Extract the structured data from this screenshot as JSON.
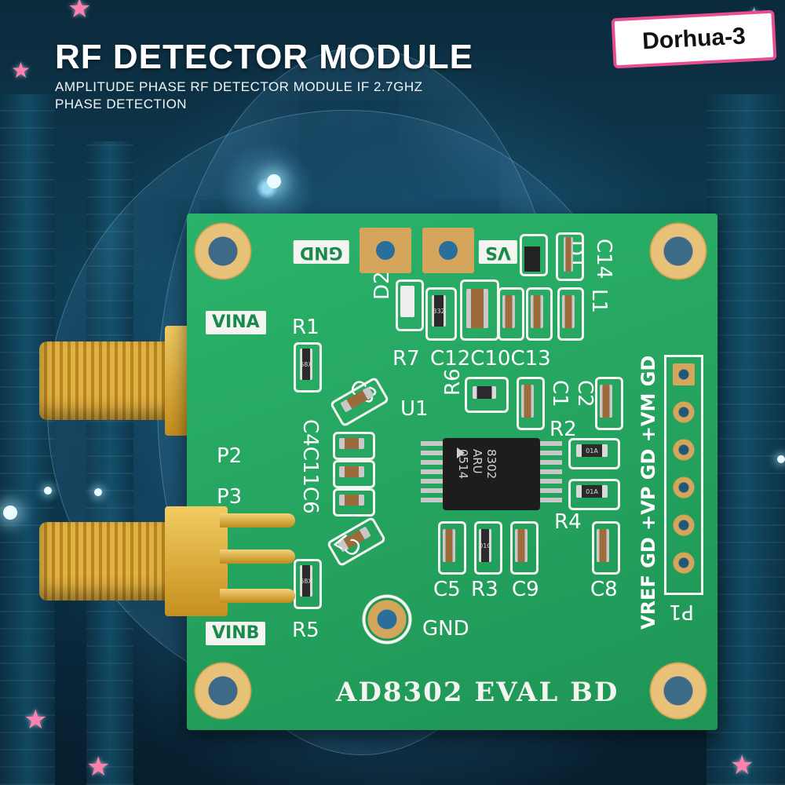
{
  "header": {
    "title": "RF DETECTOR MODULE",
    "subtitle": "AMPLITUDE PHASE RF DETECTOR MODULE IF 2.7GHZ PHASE DETECTION"
  },
  "brand": {
    "label": "Dorhua-3"
  },
  "board": {
    "labels": {
      "gnd_top": "GND",
      "vs": "VS",
      "vina": "VINA",
      "vinb": "VINB",
      "gnd_bottom": "GND",
      "p2": "P2",
      "p3": "P3",
      "p1": "P1",
      "d1": "D1",
      "d2": "D2",
      "c14": "C14",
      "l1": "L1",
      "r1": "R1",
      "r2": "R2",
      "r3": "R3",
      "r4": "R4",
      "r5": "R5",
      "r6": "R6",
      "r7": "R7",
      "c1": "C1",
      "c2": "C2",
      "c3": "C3",
      "c4c11c6": "C4C11C6",
      "c5": "C5",
      "c7": "C7",
      "c8": "C8",
      "c9": "C9",
      "c12c10c13": "C12C10C13",
      "u1": "U1",
      "header_pins": "VREF GD +VP GD +VM GD",
      "footer": "AD8302 EVAL BD"
    },
    "chip_marking": [
      "8302",
      "ARU",
      "0514"
    ],
    "resistor_codes": {
      "r7": "332",
      "r1": "68X",
      "r5": "68X",
      "r2": "01A",
      "r4": "01A",
      "r3": "01C"
    }
  },
  "colors": {
    "pcb": "#25a45f",
    "gold": "#d6a55c",
    "brand_border": "#e94c8f",
    "star": "#ff7fb1"
  }
}
